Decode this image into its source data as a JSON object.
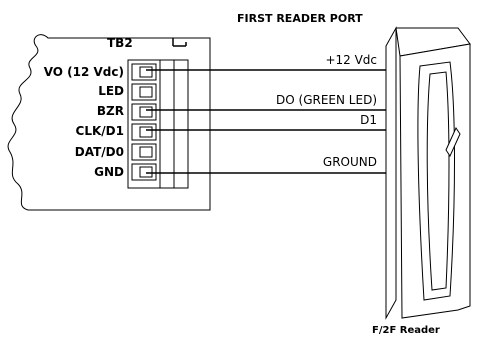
{
  "header": {
    "title": "FIRST READER PORT"
  },
  "board": {
    "name": "TB2",
    "ground_symbol": "↵",
    "terminals": [
      "VO (12 Vdc)",
      "LED",
      "BZR",
      "CLK/D1",
      "DAT/D0",
      "GND"
    ]
  },
  "wires": [
    {
      "label": "+12 Vdc"
    },
    {
      "label": "DO (GREEN LED)"
    },
    {
      "label": "D1"
    },
    {
      "label": "GROUND"
    }
  ],
  "reader": {
    "caption": "F/2F Reader"
  }
}
